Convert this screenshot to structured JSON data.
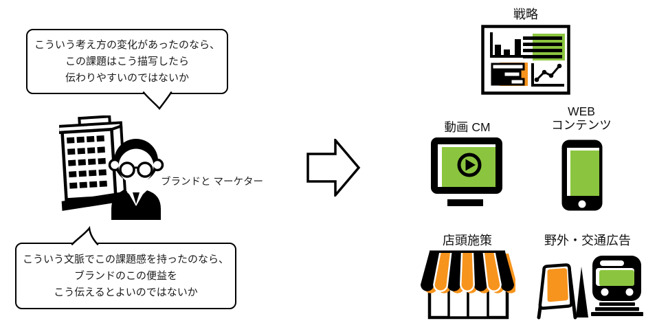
{
  "colors": {
    "accent_green": "#8BC53F",
    "accent_orange": "#F7941D",
    "line_black": "#000000"
  },
  "left": {
    "bubble_top": {
      "lines": [
        "こういう考え方の変化があったのなら、",
        "この課題はこう描写したら",
        "伝わりやすいのではないか"
      ]
    },
    "actor": {
      "label_lines": [
        "ブランドと",
        "マーケター"
      ]
    },
    "bubble_bottom": {
      "lines": [
        "こういう文脈でこの課題感を持ったのなら、",
        "ブランドのこの便益を",
        "こう伝えるとよいのではないか"
      ]
    }
  },
  "right": {
    "strategy_label": "戦略",
    "video_cm_label": "動画 CM",
    "web_label_lines": [
      "WEB",
      "コンテンツ"
    ],
    "store_label": "店頭施策",
    "outdoor_label": "野外・交通広告"
  },
  "icons": [
    "office-building-icon",
    "marketer-icon",
    "right-arrow-icon",
    "strategy-dashboard-icon",
    "video-cm-monitor-icon",
    "play-icon",
    "smartphone-icon",
    "storefront-icon",
    "signboard-icon",
    "train-icon"
  ]
}
